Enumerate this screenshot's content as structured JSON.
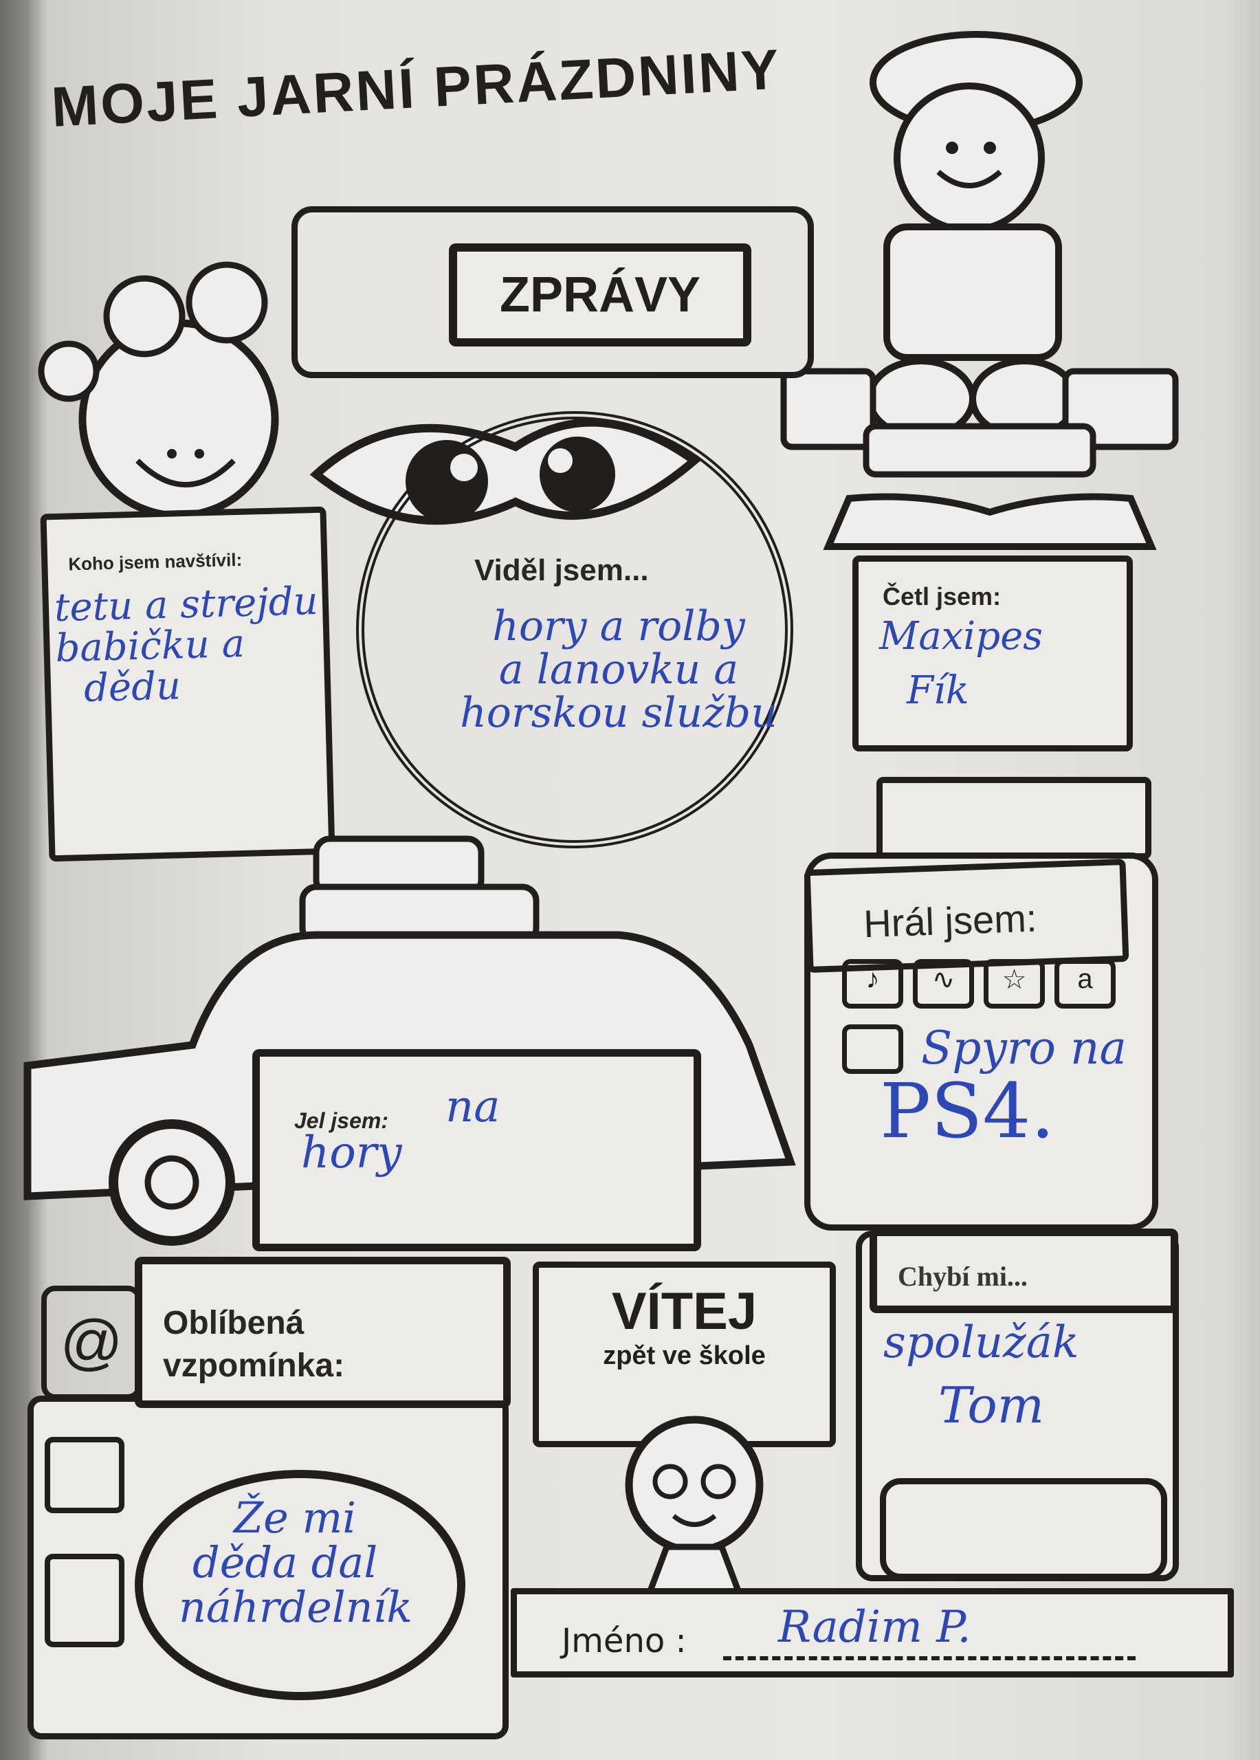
{
  "title": "MOJE JARNÍ PRÁZDNINY",
  "banner": {
    "label": "ZPRÁVY"
  },
  "visited": {
    "label": "Koho jsem navštívil:",
    "answer_lines": [
      "tetu a strejdu",
      "babičku a",
      "dědu"
    ]
  },
  "saw": {
    "label": "Viděl jsem...",
    "answer_lines": [
      "hory a rolby",
      "a lanovku a",
      "horskou službu"
    ]
  },
  "read": {
    "label": "Četl jsem:",
    "answer_lines": [
      "Maxipes",
      "Fík"
    ]
  },
  "played": {
    "label": "Hrál jsem:",
    "answer_lines": [
      "Spyro na",
      "PS4."
    ]
  },
  "went": {
    "label": "Jel jsem:",
    "answer_lines": [
      "na",
      "hory"
    ]
  },
  "memory": {
    "label_lines": [
      "Oblíbená",
      "vzpomínka:"
    ],
    "answer_lines": [
      "Že mi",
      "děda dal",
      "náhrdelník"
    ]
  },
  "welcome": {
    "title": "VÍTEJ",
    "subtitle": "zpět ve škole"
  },
  "missing": {
    "label": "Chybí mi...",
    "answer_lines": [
      "spolužák",
      "Tom"
    ]
  },
  "name": {
    "label": "Jméno :",
    "value": "Radim P."
  },
  "colors": {
    "ink": "#221e1b",
    "pen": "#2d47b4",
    "paper": "#e6e4e0"
  }
}
